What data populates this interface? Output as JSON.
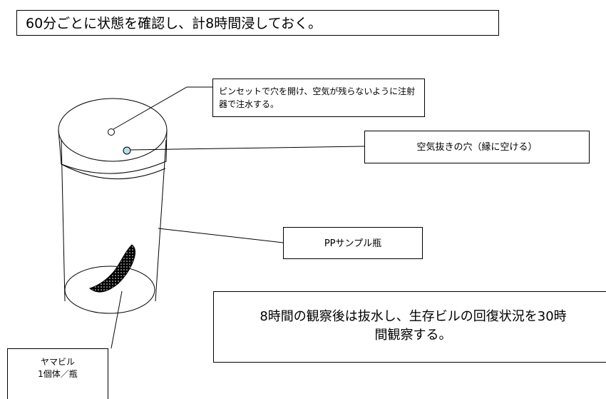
{
  "title": "60分ごとに状態を確認し、計8時間浸しておく。",
  "labels": {
    "pin_hole": "ピンセットで穴を開け、空気が残らないように注射器で注水する。",
    "air_hole": "空気抜きの穴（縁に空ける）",
    "bottle": "PPサンプル瓶",
    "leech_name": "ヤマビル",
    "leech_count": "1個体／瓶"
  },
  "note": {
    "line1": "8時間の観察後は抜水し、生存ビルの回復状況を30時",
    "line2": "間観察する。"
  },
  "colors": {
    "line": "#000000",
    "air_hole_fill": "#b8dde8"
  }
}
